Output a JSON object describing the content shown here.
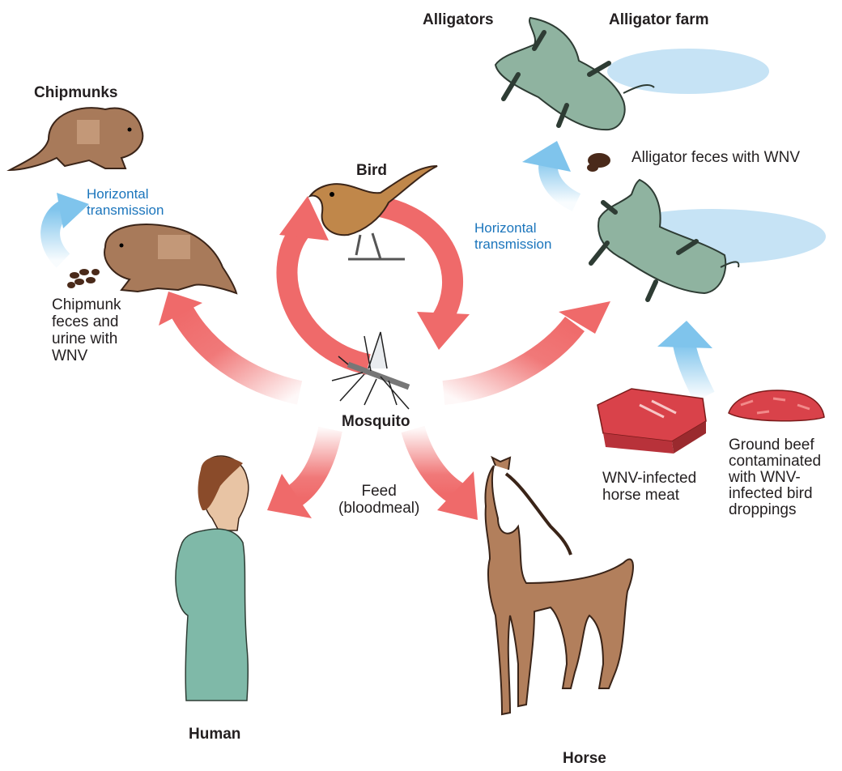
{
  "labels": {
    "alligators": "Alligators",
    "alligator_farm": "Alligator farm",
    "chipmunks": "Chipmunks",
    "bird": "Bird",
    "mosquito": "Mosquito",
    "human": "Human",
    "horse": "Horse",
    "feed": "Feed\n(bloodmeal)",
    "horizontal_transmission_left": "Horizontal\ntransmission",
    "horizontal_transmission_right": "Horizontal\ntransmission",
    "alligator_feces": "Alligator feces with WNV",
    "chipmunk_feces": "Chipmunk\nfeces and\nurine with\nWNV",
    "horse_meat": "WNV-infected\nhorse meat",
    "ground_beef": "Ground beef\ncontaminated\nwith WNV-\ninfected bird\ndroppings"
  },
  "colors": {
    "red_arrow": "#ef6a6a",
    "blue_arrow": "#7fc4ec",
    "alligator": "#8fb3a0",
    "water": "#c6e3f5",
    "chipmunk": "#a87a5a",
    "horse": "#b27f5c",
    "bird": "#c0874a",
    "dress": "#7fb9a8",
    "meat": "#d9424a",
    "feces": "#4a2a1a"
  },
  "icons": [
    "alligator",
    "chipmunk",
    "bird",
    "mosquito",
    "human",
    "horse",
    "horse-meat",
    "ground-beef",
    "feces"
  ]
}
